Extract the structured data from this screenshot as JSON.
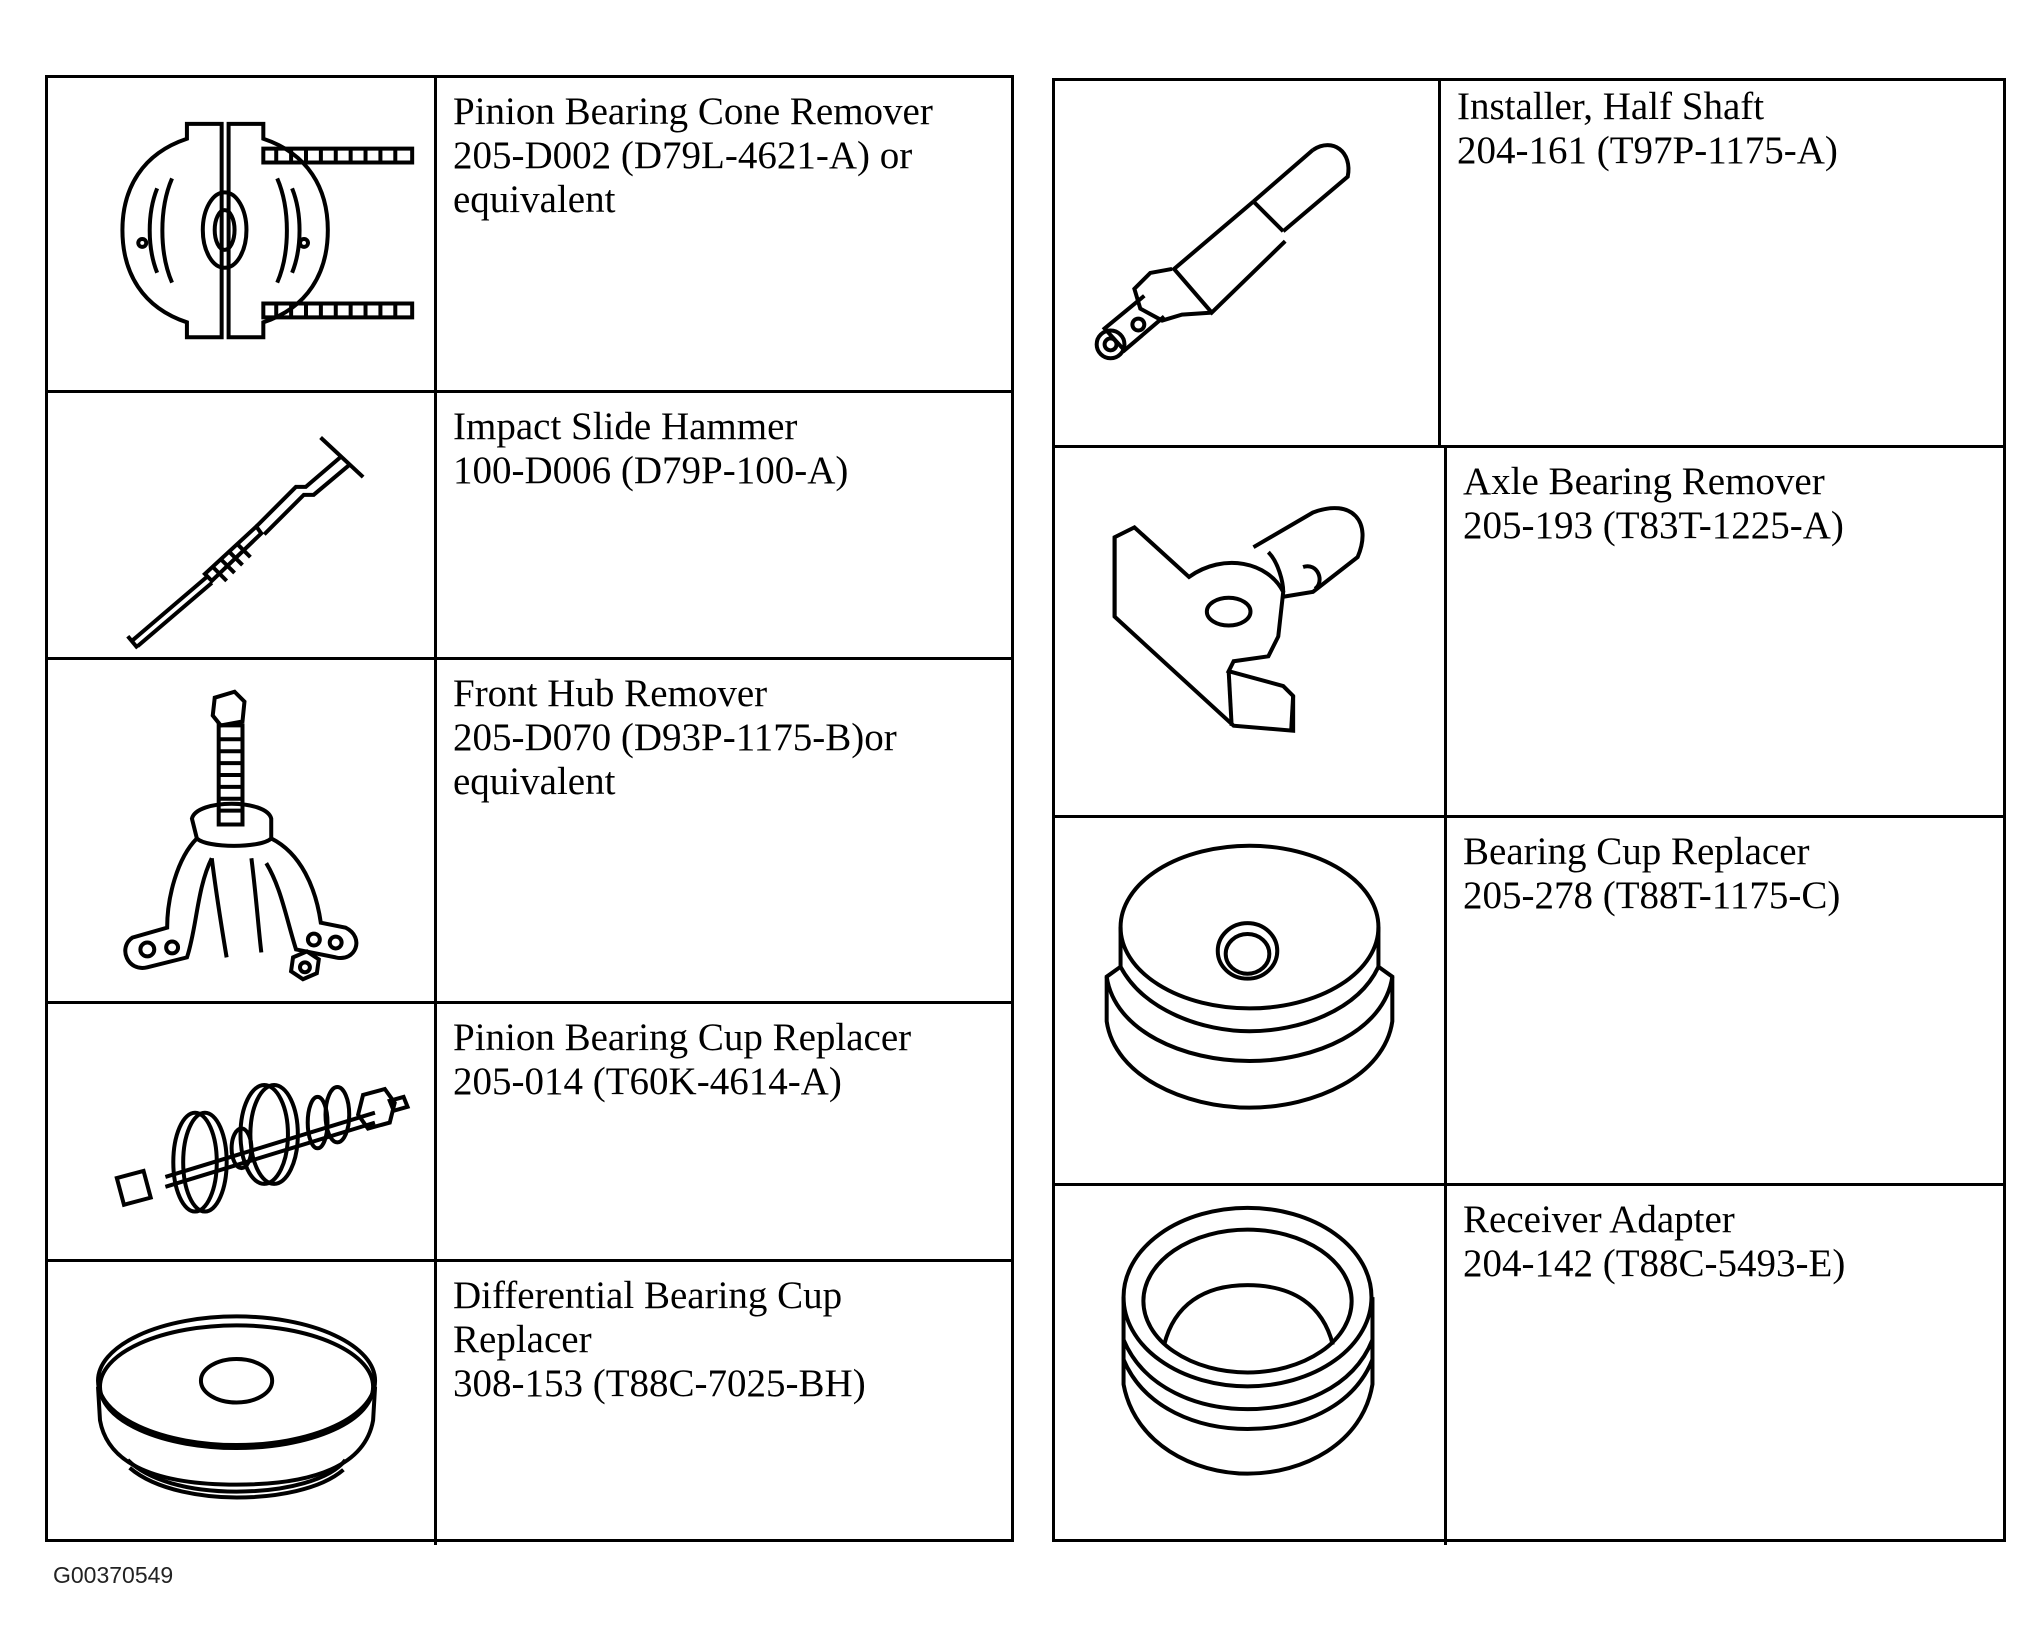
{
  "left_tools": [
    {
      "icon": "bearing-puller-icon",
      "lines": [
        "Pinion Bearing Cone Remover",
        "205-D002 (D79L-4621-A) or",
        "equivalent"
      ]
    },
    {
      "icon": "slide-hammer-icon",
      "lines": [
        "Impact Slide Hammer",
        "100-D006 (D79P-100-A)"
      ]
    },
    {
      "icon": "hub-puller-icon",
      "lines": [
        "Front Hub Remover",
        "205-D070 (D93P-1175-B)or",
        "equivalent"
      ]
    },
    {
      "icon": "cup-replacer-assembly-icon",
      "lines": [
        "Pinion Bearing Cup Replacer",
        "205-014 (T60K-4614-A)"
      ]
    },
    {
      "icon": "stepped-disc-icon",
      "lines": [
        "Differential Bearing Cup",
        "Replacer",
        "308-153 (T88C-7025-BH)"
      ]
    }
  ],
  "right_tools": [
    {
      "icon": "half-shaft-installer-icon",
      "lines": [
        "Installer, Half Shaft",
        "204-161 (T97P-1175-A)"
      ]
    },
    {
      "icon": "axle-bearing-remover-icon",
      "lines": [
        "Axle Bearing Remover",
        "205-193 (T83T-1225-A)"
      ]
    },
    {
      "icon": "bearing-cup-replacer-icon",
      "lines": [
        "Bearing Cup Replacer",
        "205-278 (T88T-1175-C)"
      ]
    },
    {
      "icon": "receiver-adapter-icon",
      "lines": [
        "Receiver Adapter",
        "204-142 (T88C-5493-E)"
      ]
    }
  ],
  "caption": "G00370549"
}
